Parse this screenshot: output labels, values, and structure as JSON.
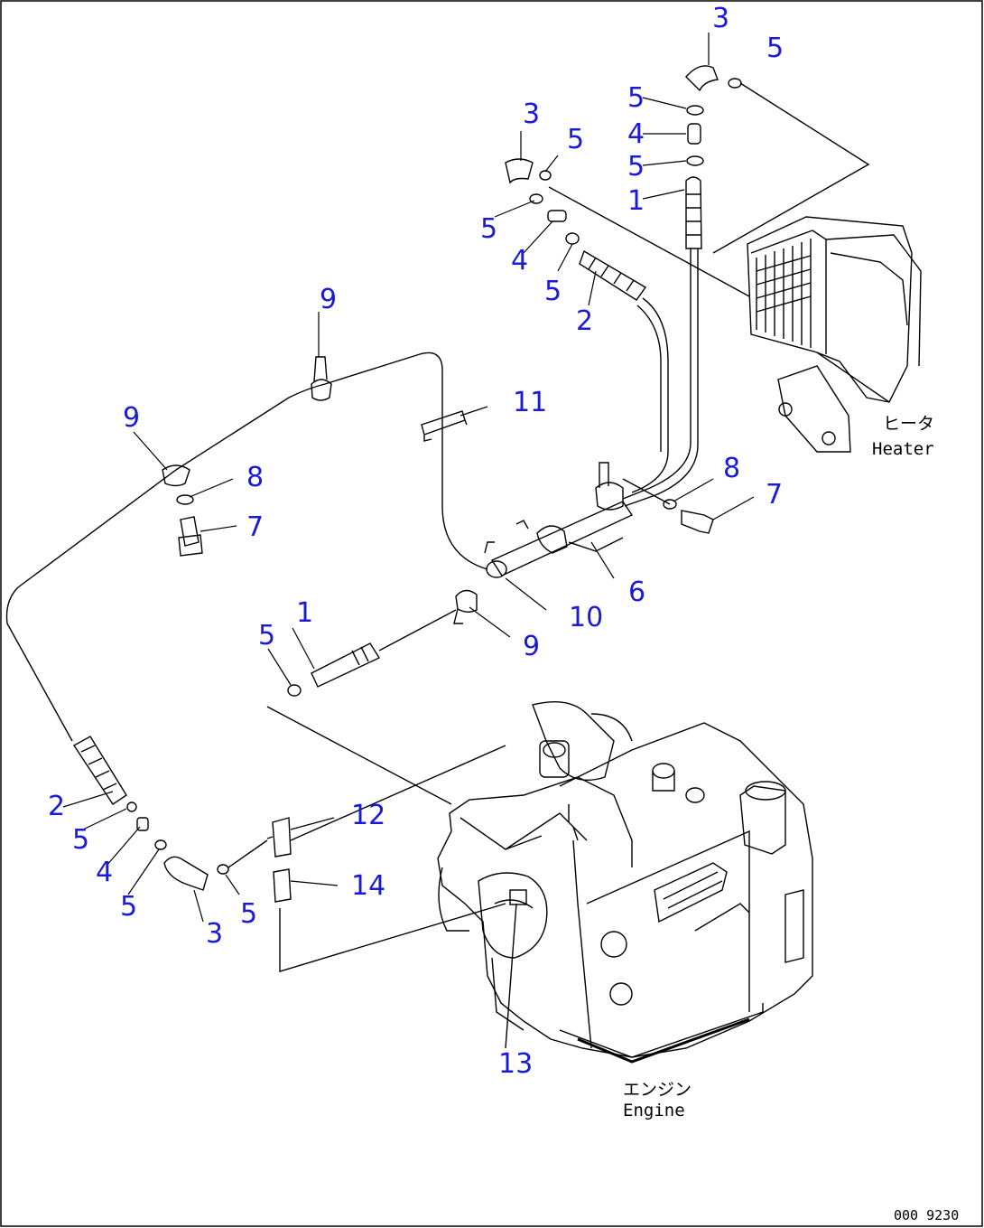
{
  "callouts": [
    "1",
    "2",
    "3",
    "4",
    "5",
    "6",
    "7",
    "8",
    "9",
    "10",
    "11",
    "12",
    "13",
    "14"
  ],
  "labels": {
    "heater_jp": "ヒータ",
    "heater_en": "Heater",
    "engine_jp": "エンジン",
    "engine_en": "Engine"
  },
  "drawing_number": "000 9230",
  "colors": {
    "callout": "#1a1ad9",
    "line": "#000000",
    "background": "#ffffff"
  }
}
